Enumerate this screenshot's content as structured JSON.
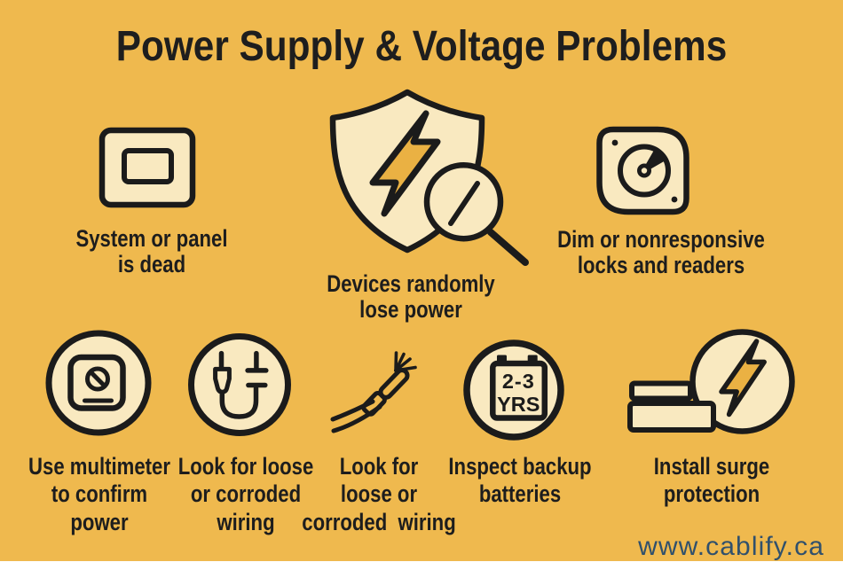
{
  "title": "Power Supply & Voltage Problems",
  "watermark": "www.cablify.ca",
  "colors": {
    "background": "#efb94e",
    "icon_fill": "#f9e9c0",
    "outline": "#1b1b1b",
    "bolt_fill": "#eab143",
    "text": "#1d1d1d",
    "watermark": "#30506c"
  },
  "top_row": [
    {
      "icon": "dead-panel-icon",
      "lines": [
        "System or panel",
        "is dead"
      ]
    },
    {
      "icon": "shield-bolt-magnifier-icon",
      "lines": [
        "Devices randomly",
        "lose power"
      ]
    },
    {
      "icon": "lock-reader-dial-icon",
      "lines": [
        "Dim or nonresponsive",
        "locks and readers"
      ]
    }
  ],
  "bottom_row": [
    {
      "icon": "multimeter-icon",
      "lines": [
        "Use multimeter",
        "to confirm",
        "power"
      ]
    },
    {
      "icon": "unplugged-cables-icon",
      "lines": [
        "Look for loose",
        "or corroded",
        "wiring"
      ]
    },
    {
      "icon": "frayed-wire-icon",
      "lines": [
        "Look for",
        "loose or",
        "corroded  wiring"
      ]
    },
    {
      "icon": "backup-battery-icon",
      "lines": [
        "Inspect backup",
        "batteries"
      ],
      "battery_line1": "2-3",
      "battery_line2": "YRS"
    },
    {
      "icon": "surge-protector-icon",
      "lines": [
        "Install surge",
        "protection"
      ]
    }
  ]
}
